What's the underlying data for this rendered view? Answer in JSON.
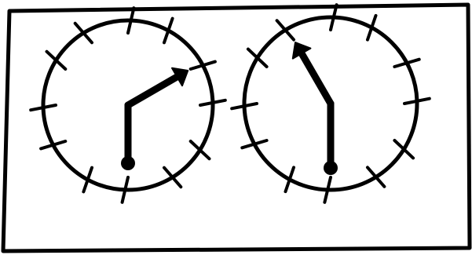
{
  "diagram": {
    "colors": {
      "ink": "#000000",
      "paper": "#ffffff"
    },
    "clocks": [
      {
        "id": "left-clock",
        "hour_hand_direction": "clock-position-2",
        "minute_hand_direction": "clock-position-6",
        "tick_marks": 12
      },
      {
        "id": "right-clock",
        "hour_hand_direction": "clock-position-11",
        "minute_hand_direction": "clock-position-6",
        "tick_marks": 12
      }
    ]
  }
}
